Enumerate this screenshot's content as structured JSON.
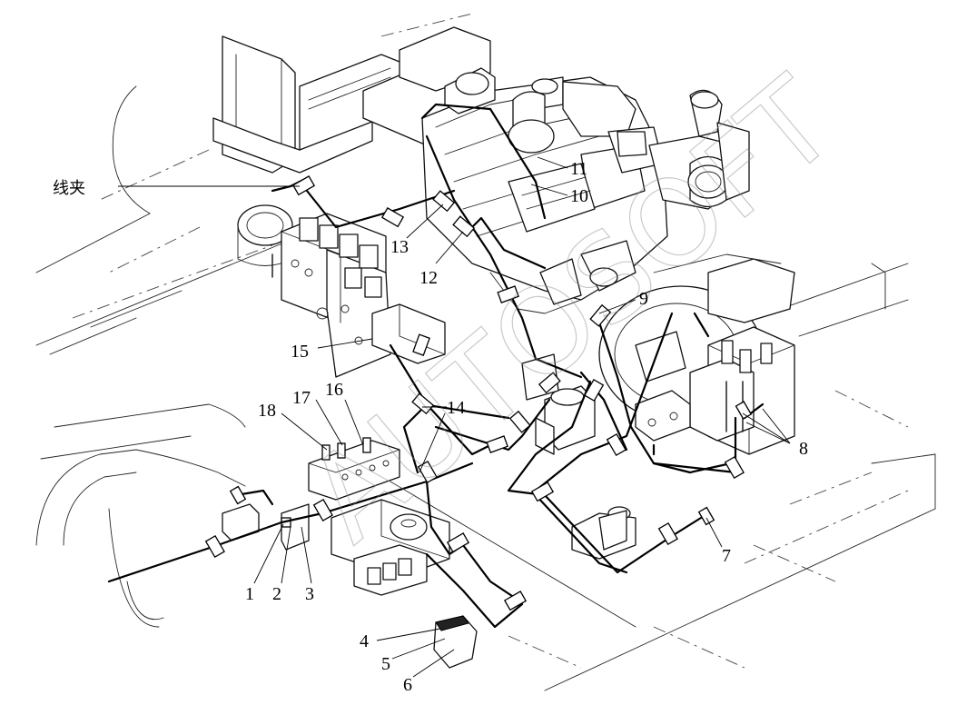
{
  "callouts": {
    "clip": "线夹",
    "c1": "1",
    "c2": "2",
    "c3": "3",
    "c4": "4",
    "c5": "5",
    "c6": "6",
    "c7": "7",
    "c8": "8",
    "c9": "9",
    "c10": "10",
    "c11": "11",
    "c12": "12",
    "c13": "13",
    "c14": "14",
    "c15": "15",
    "c16": "16",
    "c17": "17",
    "c18": "18"
  },
  "watermark": "AUTOSOFT"
}
